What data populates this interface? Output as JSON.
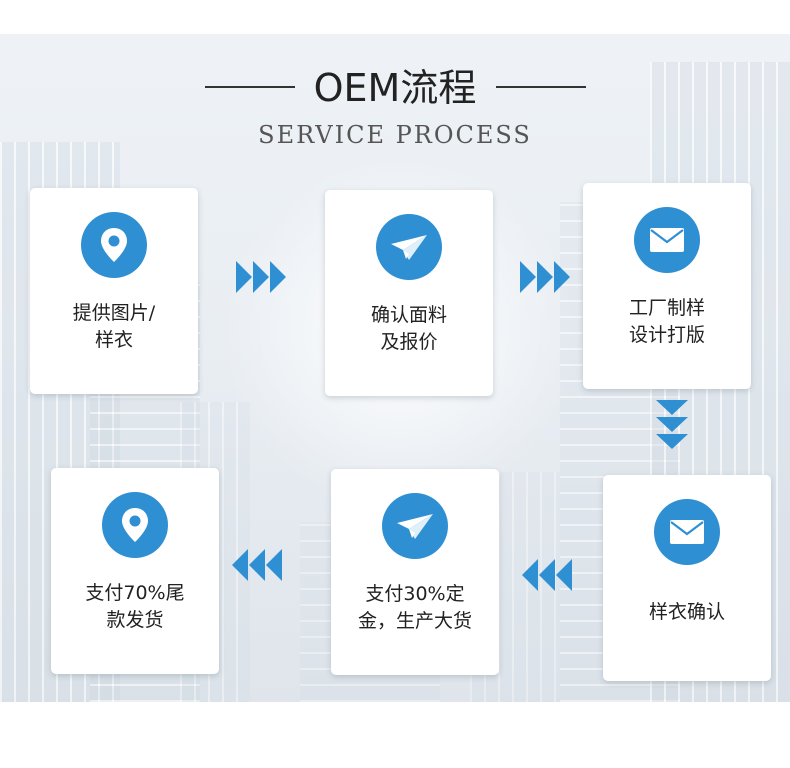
{
  "header": {
    "title": "OEM流程",
    "subtitle": "SERVICE PROCESS"
  },
  "colors": {
    "accent": "#2f8fd3",
    "title": "#222222",
    "subtitle": "#555555"
  },
  "steps": [
    {
      "icon": "location-pin-icon",
      "line1": "提供图片/",
      "line2": "样衣"
    },
    {
      "icon": "paper-plane-icon",
      "line1": "确认面料",
      "line2": "及报价"
    },
    {
      "icon": "envelope-icon",
      "line1": "工厂制样",
      "line2": "设计打版"
    },
    {
      "icon": "envelope-icon",
      "line1": "样衣确认",
      "line2": ""
    },
    {
      "icon": "paper-plane-icon",
      "line1": "支付30%定",
      "line2": "金，生产大货"
    },
    {
      "icon": "location-pin-icon",
      "line1": "支付70%尾",
      "line2": "款发货"
    }
  ]
}
